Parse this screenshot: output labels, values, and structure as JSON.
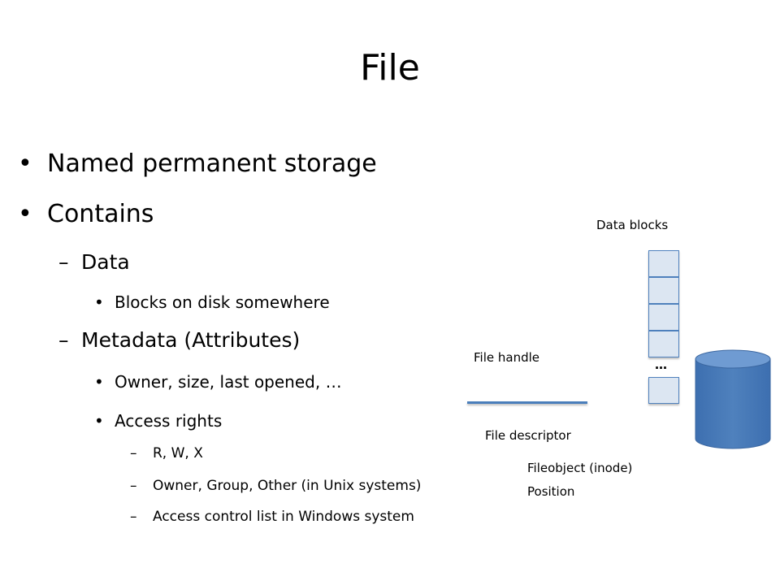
{
  "slide": {
    "title": "File",
    "bullets": [
      {
        "text": "Named permanent storage"
      },
      {
        "text": "Contains"
      },
      {
        "text": "Data"
      },
      {
        "text": "Blocks on disk somewhere"
      },
      {
        "text": "Metadata (Attributes)"
      },
      {
        "text": "Owner, size, last opened, …"
      },
      {
        "text": "Access rights"
      },
      {
        "text": "R, W, X"
      },
      {
        "text": "Owner, Group, Other (in Unix systems)"
      },
      {
        "text": "Access control list in Windows system"
      }
    ],
    "bullet_markers": {
      "dot": "•",
      "dash": "–"
    }
  },
  "diagram": {
    "data_blocks_label": "Data blocks",
    "file_handle_label": "File handle",
    "file_descriptor_label": "File descriptor",
    "fileobject_label": "Fileobject (inode)",
    "position_label": "Position",
    "ellipsis": "…",
    "colors": {
      "block_fill": "#dce6f2",
      "block_border": "#4f81bd",
      "disk_fill": "#4f81bd",
      "disk_top": "#7aa3d6",
      "handle_line": "#4a7ebb"
    }
  }
}
